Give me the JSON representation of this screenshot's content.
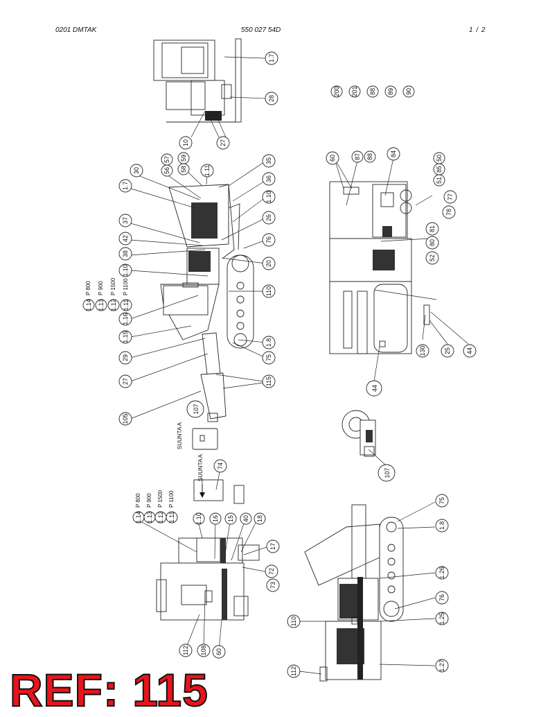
{
  "header": {
    "left": "0201 DMTAK",
    "center": "550 027 54D",
    "right": "1 /  2"
  },
  "reference": "REF: 115",
  "view_labels": {
    "suunta_1": "SUUNTA  A",
    "suunta_2": "SUUNTA  A"
  },
  "variant_labels": [
    {
      "code": "1.14",
      "text": "P 800"
    },
    {
      "code": "1.13",
      "text": "P 900"
    },
    {
      "code": "1.12",
      "text": "P 1500"
    },
    {
      "code": "1.11",
      "text": "P 1100"
    }
  ],
  "callouts": {
    "top_view": [
      "1.7",
      "28",
      "10",
      "27"
    ],
    "extra_row": [
      "200",
      "201",
      "88",
      "89",
      "90"
    ],
    "side_view_left": [
      "30",
      "1.7",
      "56",
      "57",
      "58",
      "59",
      "1.11",
      "37",
      "42",
      "38",
      "1.10",
      "1.16",
      "1.15",
      "29",
      "27",
      "105",
      "107"
    ],
    "side_view_right": [
      "35",
      "36",
      "1.10",
      "26",
      "76",
      "20",
      "110",
      "1.8",
      "75",
      "115"
    ],
    "rear_view": [
      "60",
      "87",
      "88",
      "84",
      "51",
      "85",
      "50",
      "77",
      "78",
      "81",
      "80",
      "52",
      "130",
      "25",
      "44",
      "44"
    ],
    "front_view": [
      "74",
      "1.10",
      "16",
      "15",
      "40",
      "18",
      "17",
      "72",
      "73",
      "112",
      "108",
      "60"
    ],
    "detail_107": [
      "107"
    ],
    "bottom_right": [
      "75",
      "1.8",
      "1.26",
      "76",
      "1.25",
      "1.27",
      "110",
      "112"
    ]
  }
}
